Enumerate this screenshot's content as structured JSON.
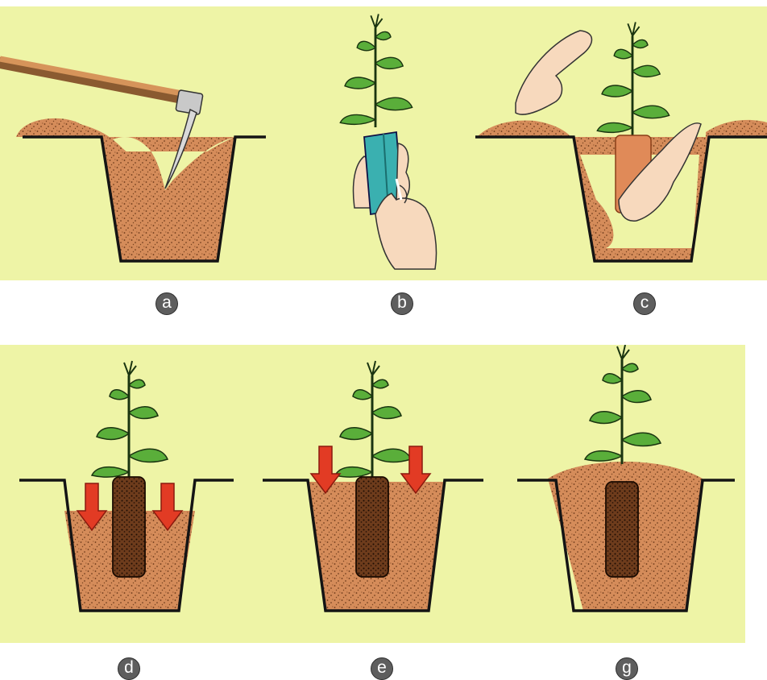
{
  "figure": {
    "steps": [
      {
        "id": "a",
        "label": "a"
      },
      {
        "id": "b",
        "label": "b"
      },
      {
        "id": "c",
        "label": "c"
      },
      {
        "id": "d",
        "label": "d"
      },
      {
        "id": "e",
        "label": "e"
      },
      {
        "id": "g",
        "label": "g"
      }
    ],
    "colors": {
      "background": "#eef4a6",
      "soil": "#d58c5a",
      "outline": "#141414",
      "leaf": "#5aae3a",
      "sleeve": "#3ab0b0",
      "arrow": "#e23b24",
      "hand": "#f7d9bd",
      "handle": "#cc8a4e",
      "badge": "#5e5e5e"
    }
  }
}
